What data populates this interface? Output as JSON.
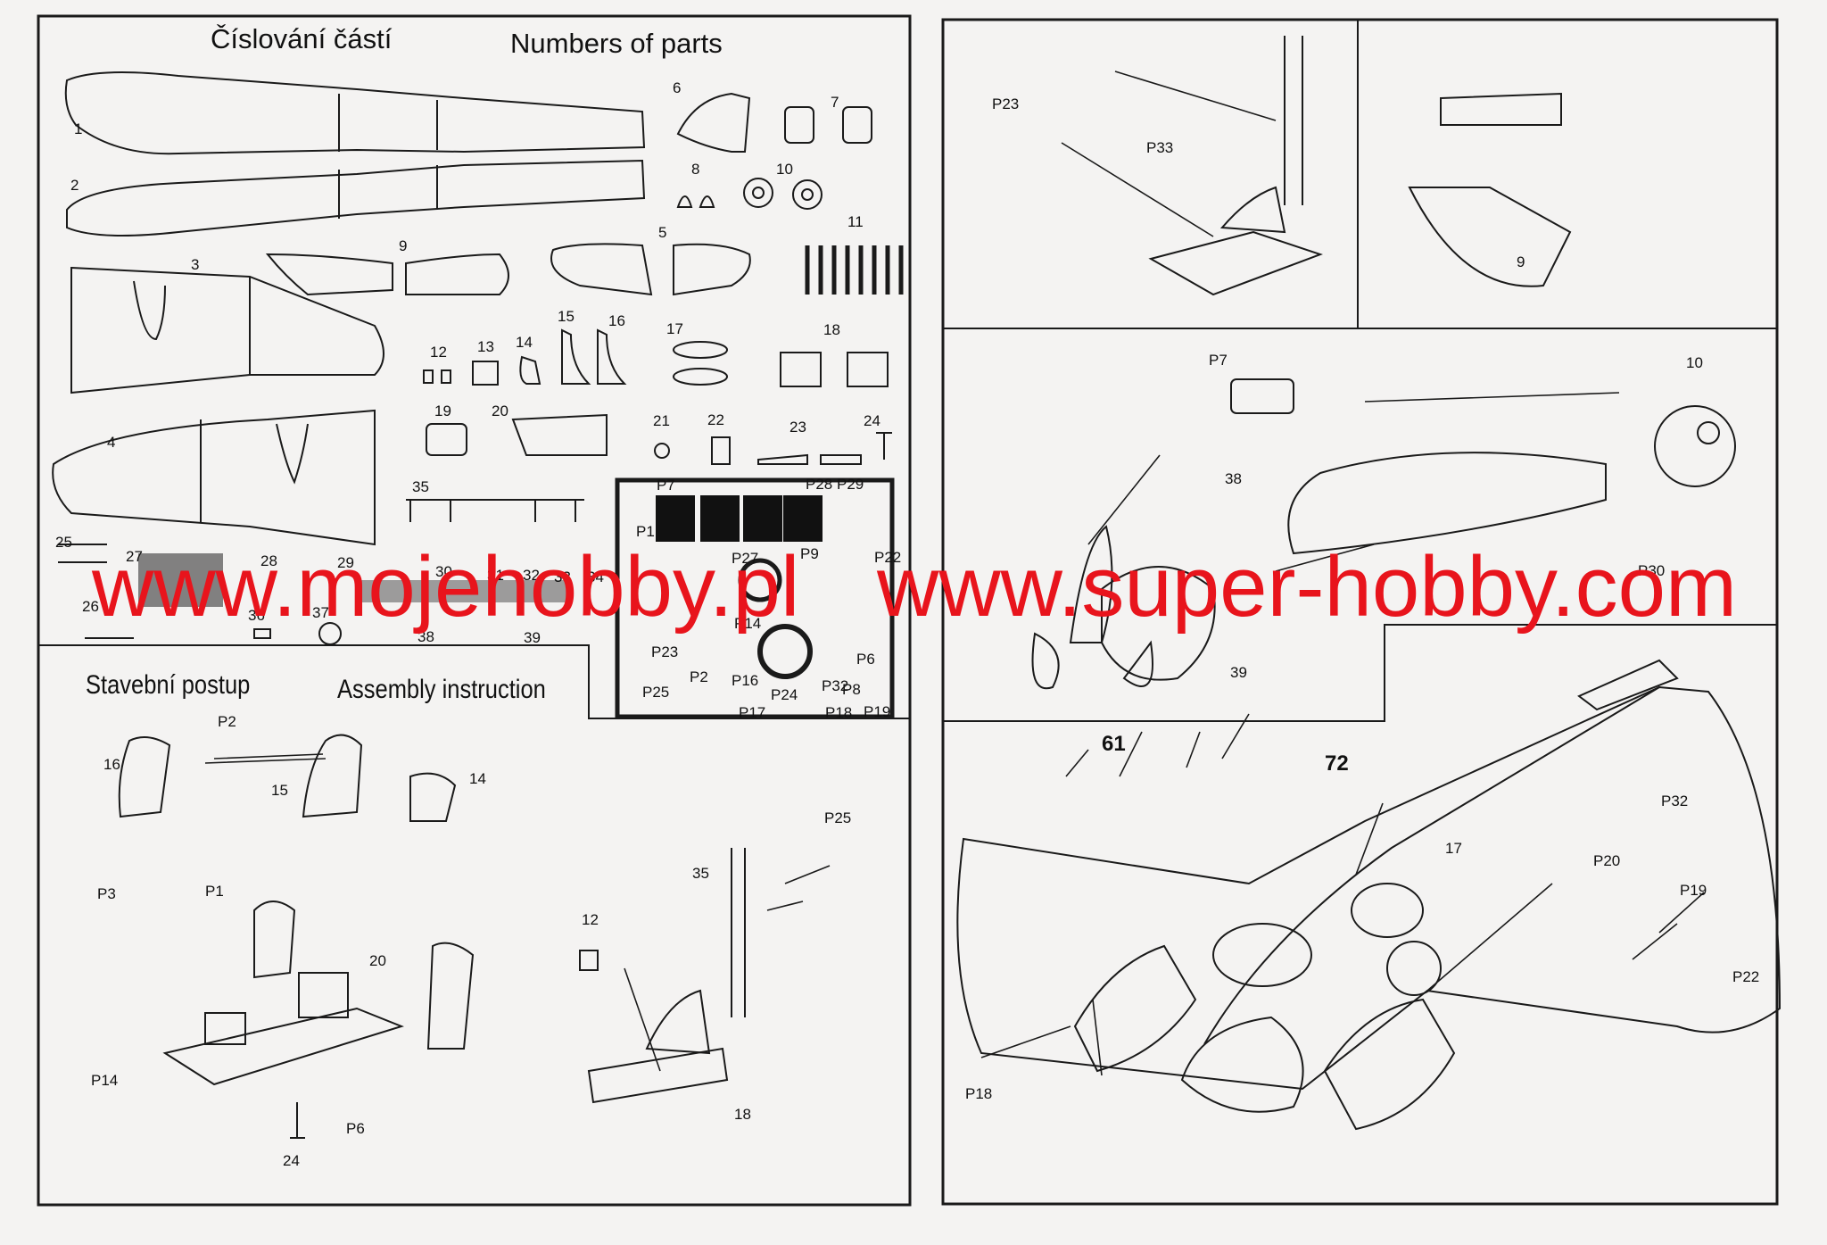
{
  "headings": {
    "parts_cz": "Číslování částí",
    "parts_en": "Numbers of parts",
    "assembly_cz": "Stavební postup",
    "assembly_en": "Assembly instruction"
  },
  "watermark": {
    "site1": "www.mojehobby.pl",
    "site2": "www.super-hobby.com",
    "color": "#e8141c"
  },
  "parts_labels": {
    "p1": "1",
    "p2": "2",
    "p3": "3",
    "p4": "4",
    "p5": "5",
    "p6": "6",
    "p7": "7",
    "p8": "8",
    "p9": "9",
    "p10": "10",
    "p11": "11",
    "p12": "12",
    "p13": "13",
    "p14": "14",
    "p15": "15",
    "p16": "16",
    "p17": "17",
    "p18": "18",
    "p19": "19",
    "p20": "20",
    "p21": "21",
    "p22": "22",
    "p23": "23",
    "p24": "24",
    "p25": "25",
    "p26": "26",
    "p27": "27",
    "p28": "28",
    "p29": "29",
    "p30": "30",
    "p31": "31",
    "p32": "32",
    "p33": "33",
    "p34": "34",
    "p35": "35",
    "p36": "36",
    "p37": "37",
    "p38": "38",
    "p39": "39"
  },
  "etch_labels": {
    "P1": "P1",
    "P2": "P2",
    "P6": "P6",
    "P7": "P7",
    "P8": "P8",
    "P9": "P9",
    "P14": "P14",
    "P16": "P16",
    "P17": "P17",
    "P18": "P18",
    "P19": "P19",
    "P22": "P22",
    "P23": "P23",
    "P24": "P24",
    "P25": "P25",
    "P27": "P27",
    "P28": "P28",
    "P29": "P29",
    "P32": "P32"
  },
  "assembly_labels": {
    "a16": "16",
    "aP2": "P2",
    "a15": "15",
    "a14": "14",
    "aP3": "P3",
    "aP1": "P1",
    "a20": "20",
    "aP14": "P14",
    "aP6": "P6",
    "a24": "24",
    "aP25": "P25",
    "a35": "35",
    "a12": "12",
    "a18": "18"
  },
  "right_labels": {
    "rP23": "P23",
    "rP33": "P33",
    "r9": "9",
    "rP7": "P7",
    "r10": "10",
    "r38": "38",
    "rP30": "P30",
    "r39": "39",
    "r61": "61",
    "r72": "72",
    "r17": "17",
    "rP32": "P32",
    "rP20": "P20",
    "rP19": "P19",
    "rP22": "P22",
    "rP18": "P18"
  }
}
